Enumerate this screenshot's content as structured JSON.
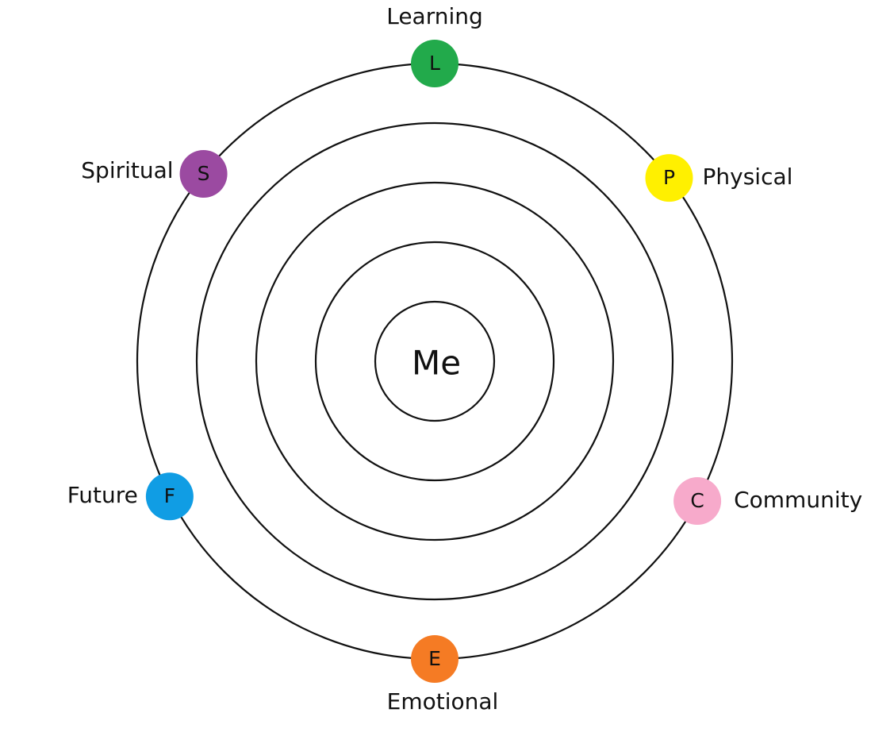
{
  "center": {
    "label": "Me"
  },
  "ring_count": 5,
  "nodes": [
    {
      "key": "learning",
      "letter": "L",
      "label": "Learning",
      "color": "#22AA4B"
    },
    {
      "key": "physical",
      "letter": "P",
      "label": "Physical",
      "color": "#FFF000"
    },
    {
      "key": "community",
      "letter": "C",
      "label": "Community",
      "color": "#F7AACB"
    },
    {
      "key": "emotional",
      "letter": "E",
      "label": "Emotional",
      "color": "#F57B24"
    },
    {
      "key": "future",
      "letter": "F",
      "label": "Future",
      "color": "#109DE4"
    },
    {
      "key": "spiritual",
      "letter": "S",
      "label": "Spiritual",
      "color": "#9B4AA1"
    }
  ]
}
